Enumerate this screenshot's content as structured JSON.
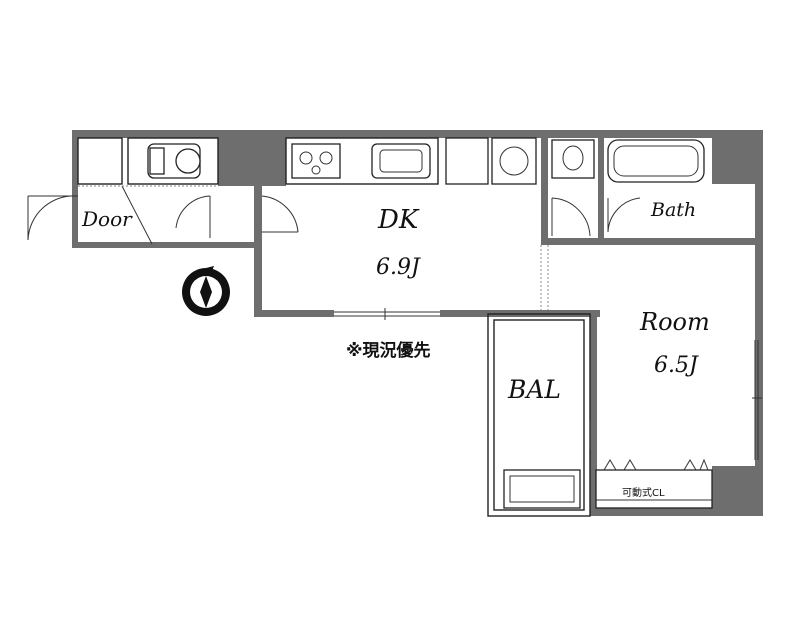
{
  "rooms": {
    "dk": {
      "name": "DK",
      "size": "6.9J"
    },
    "room": {
      "name": "Room",
      "size": "6.5J"
    },
    "bal": {
      "name": "BAL"
    },
    "bath": {
      "name": "Bath"
    },
    "door": {
      "name": "Door"
    }
  },
  "note": "※現況優先",
  "closet_label": "可動式CL",
  "icons": {
    "compass": "north-compass-icon"
  }
}
